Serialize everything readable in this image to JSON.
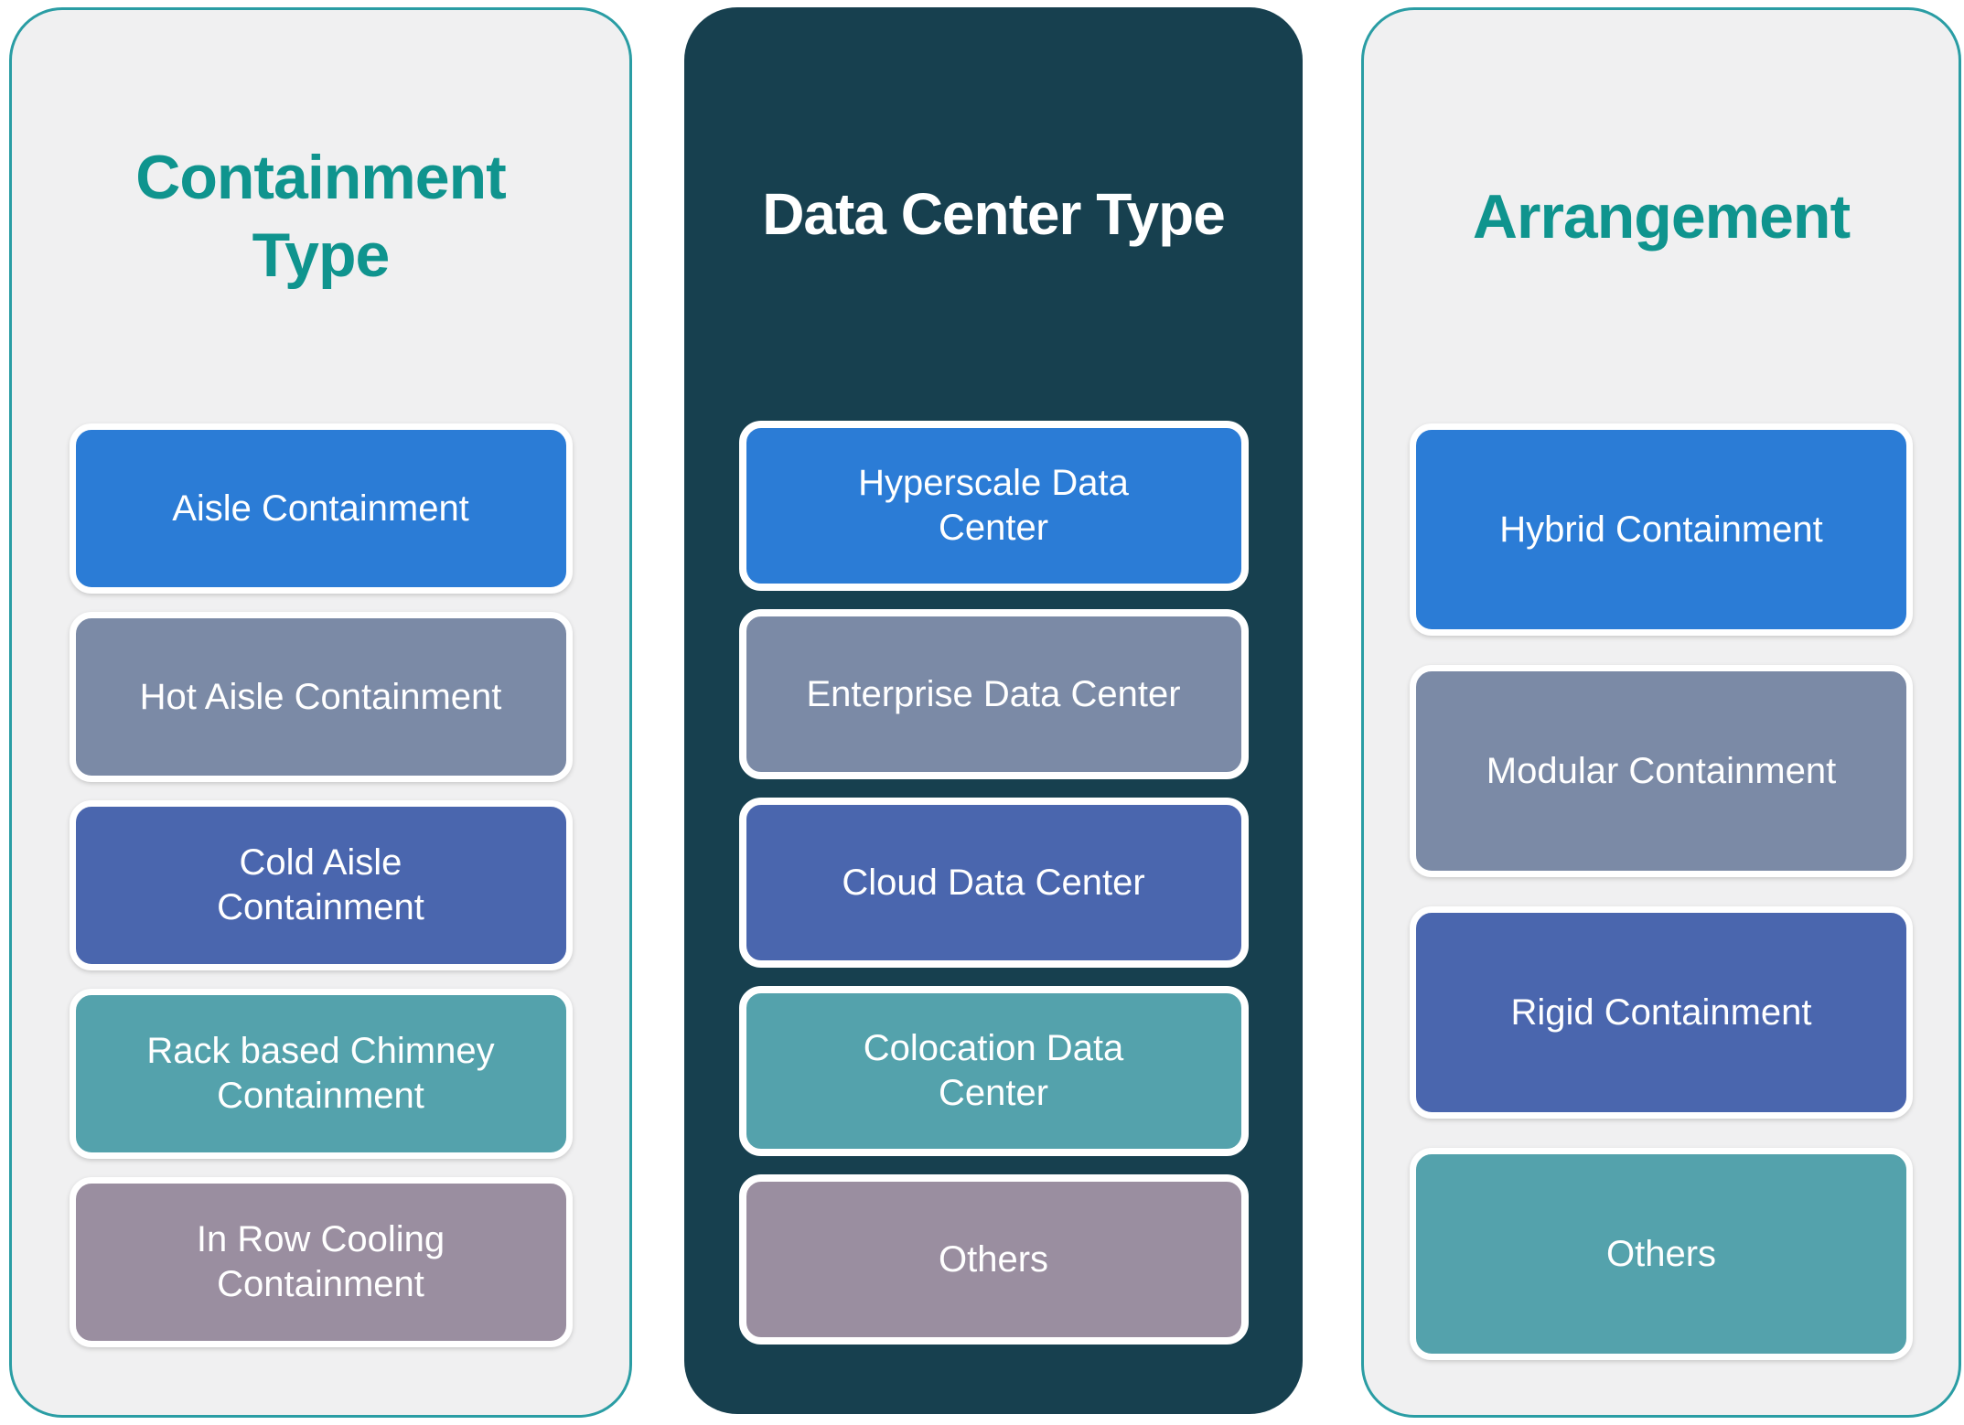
{
  "palette": {
    "panel_bg": "#F0F0F1",
    "panel_border": "#2A9DA4",
    "dark_panel_bg": "#17404F",
    "light_title_color": "#0F948E",
    "dark_title_color": "#FFFFFF",
    "box_text_color": "#FFFFFF",
    "box_blue": "#2B7CD6",
    "box_gray_blue": "#7B8AA6",
    "box_indigo": "#4A66AE",
    "box_teal": "#54A2AC",
    "box_mauve": "#9A8EA0"
  },
  "columns": [
    {
      "title": "Containment\nType",
      "title_color": "#0F948E",
      "items": [
        {
          "label": "Aisle Containment",
          "color": "#2B7CD6"
        },
        {
          "label": "Hot Aisle Containment",
          "color": "#7B8AA6"
        },
        {
          "label": "Cold Aisle\nContainment",
          "color": "#4A66AE"
        },
        {
          "label": "Rack based Chimney\nContainment",
          "color": "#54A2AC"
        },
        {
          "label": "In Row Cooling\nContainment",
          "color": "#9A8EA0"
        }
      ]
    },
    {
      "title": "Data Center Type",
      "title_color": "#FFFFFF",
      "items": [
        {
          "label": "Hyperscale Data\nCenter",
          "color": "#2B7CD6"
        },
        {
          "label": "Enterprise Data Center",
          "color": "#7B8AA6"
        },
        {
          "label": "Cloud Data Center",
          "color": "#4A66AE"
        },
        {
          "label": "Colocation Data\nCenter",
          "color": "#54A2AC"
        },
        {
          "label": "Others",
          "color": "#9A8EA0"
        }
      ]
    },
    {
      "title": "Arrangement",
      "title_color": "#0F948E",
      "items": [
        {
          "label": "Hybrid Containment",
          "color": "#2B7CD6"
        },
        {
          "label": "Modular Containment",
          "color": "#7B8AA6"
        },
        {
          "label": "Rigid Containment",
          "color": "#4A66AE"
        },
        {
          "label": "Others",
          "color": "#54A2AC"
        }
      ]
    }
  ]
}
